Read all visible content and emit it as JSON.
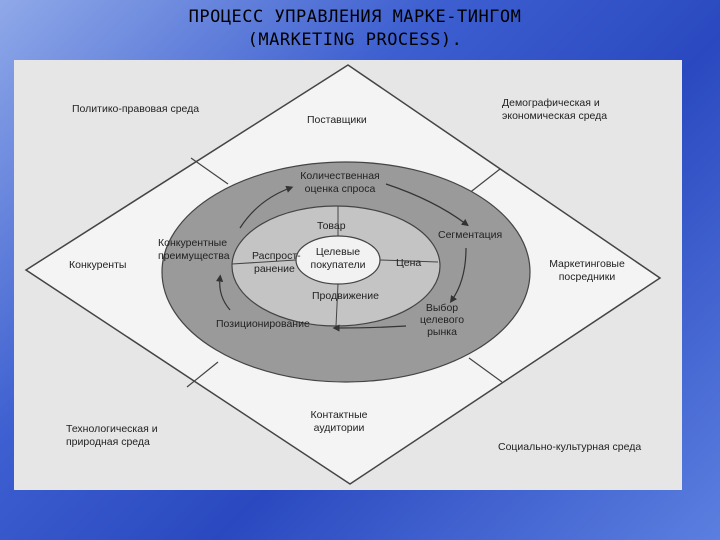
{
  "title": {
    "line1": "ПРОЦЕСС УПРАВЛЕНИЯ МАРКЕ-ТИНГОМ",
    "line2": "(MARKETING PROCESS)."
  },
  "environment": {
    "political_legal": "Политико-правовая среда",
    "demographic_economic_1": "Демографическая и",
    "demographic_economic_2": "экономическая среда",
    "technological_natural_1": "Технологическая и",
    "technological_natural_2": "природная среда",
    "social_cultural": "Социально-культурная среда"
  },
  "actors": {
    "suppliers": "Поставщики",
    "competitors": "Конкуренты",
    "intermediaries_1": "Маркетинговые",
    "intermediaries_2": "посредники",
    "publics_1": "Контактные",
    "publics_2": "аудитории"
  },
  "strategy_ring": {
    "demand_1": "Количественная",
    "demand_2": "оценка спроса",
    "segmentation": "Сегментация",
    "target_1": "Выбор",
    "target_2": "целевого",
    "target_3": "рынка",
    "positioning": "Позиционирование",
    "advantage_1": "Конкурентные",
    "advantage_2": "преимущества"
  },
  "mix_ring": {
    "product": "Товар",
    "price": "Цена",
    "promotion": "Продвижение",
    "distribution_1": "Распрост-",
    "distribution_2": "ранение"
  },
  "center": {
    "line1": "Целевые",
    "line2": "покупатели"
  },
  "colors": {
    "background": "#3d5fd0",
    "panel": "#e6e6e6",
    "outer_ring": "#9a9a9a",
    "inner_ring": "#c4c4c4"
  }
}
